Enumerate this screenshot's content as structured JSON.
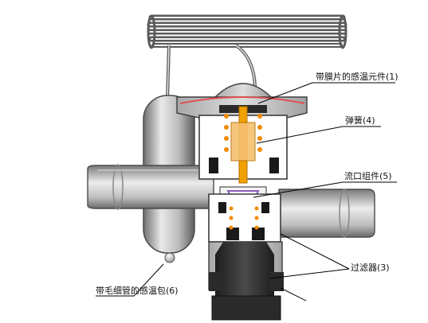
{
  "labels": {
    "diaphragm": "带膜片的感温元件(1)",
    "spring": "弹簧(4)",
    "orifice": "流口组件(5)",
    "filter": "过滤器(3)",
    "bulb": "带毛细管的感温包(6)"
  },
  "colors": {
    "metal_light": "#d6d6d6",
    "metal_mid": "#9a9a9a",
    "metal_dark": "#3a3a3a",
    "spring": "#f08a00",
    "pin": "#f0a000",
    "diaphragm": "#e05050",
    "leader": "#000000"
  }
}
